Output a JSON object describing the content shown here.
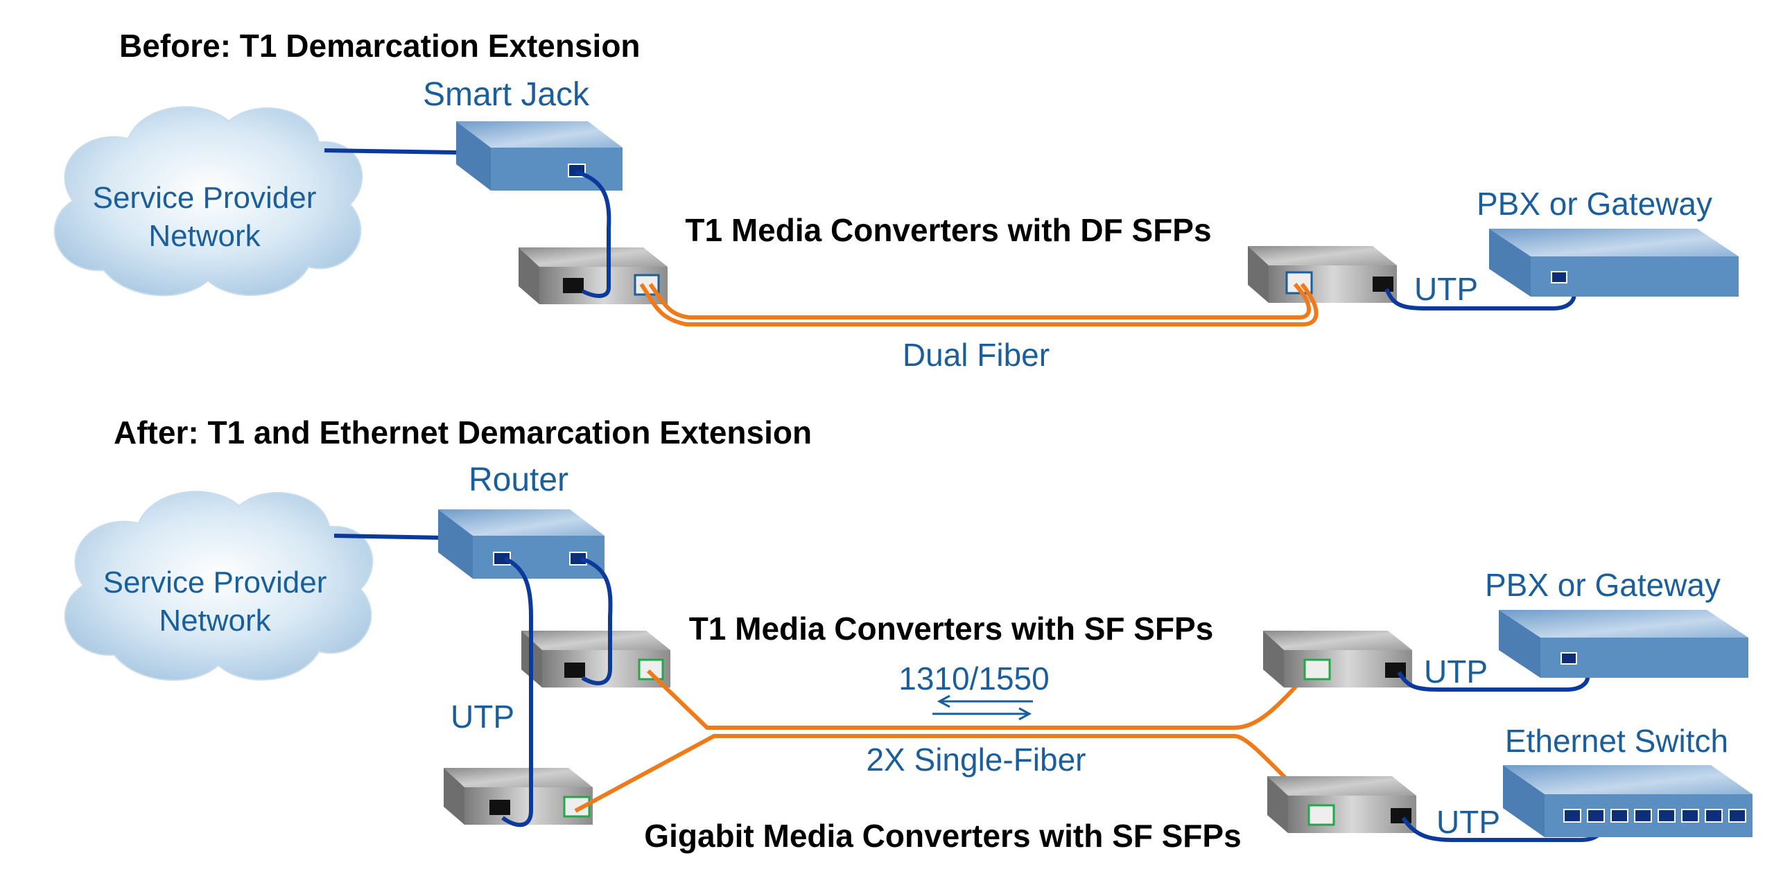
{
  "before": {
    "title": "Before: T1 Demarcation Extension",
    "cloud_label": [
      "Service Provider",
      "Network"
    ],
    "smart_jack_label": "Smart Jack",
    "converters_title": "T1 Media Converters with DF SFPs",
    "fiber_label": "Dual Fiber",
    "utp_label": "UTP",
    "pbx_label": "PBX or Gateway"
  },
  "after": {
    "title": "After: T1 and Ethernet Demarcation Extension",
    "cloud_label": [
      "Service Provider",
      "Network"
    ],
    "router_label": "Router",
    "t1_converters_title": "T1 Media Converters with SF SFPs",
    "wavelength_label": "1310/1550",
    "fiber_label": "2X Single-Fiber",
    "gigabit_converters_title": "Gigabit Media Converters with SF SFPs",
    "utp_left_label": "UTP",
    "utp_pbx_label": "UTP",
    "utp_switch_label": "UTP",
    "pbx_label": "PBX or Gateway",
    "switch_label": "Ethernet Switch"
  },
  "colors": {
    "label_blue": "#1a5e9b",
    "cable_blue": "#0b3a9c",
    "fiber_orange": "#f07a1a",
    "device_blue": "#5b8fc2",
    "converter_gray": "#9a9a9a"
  }
}
